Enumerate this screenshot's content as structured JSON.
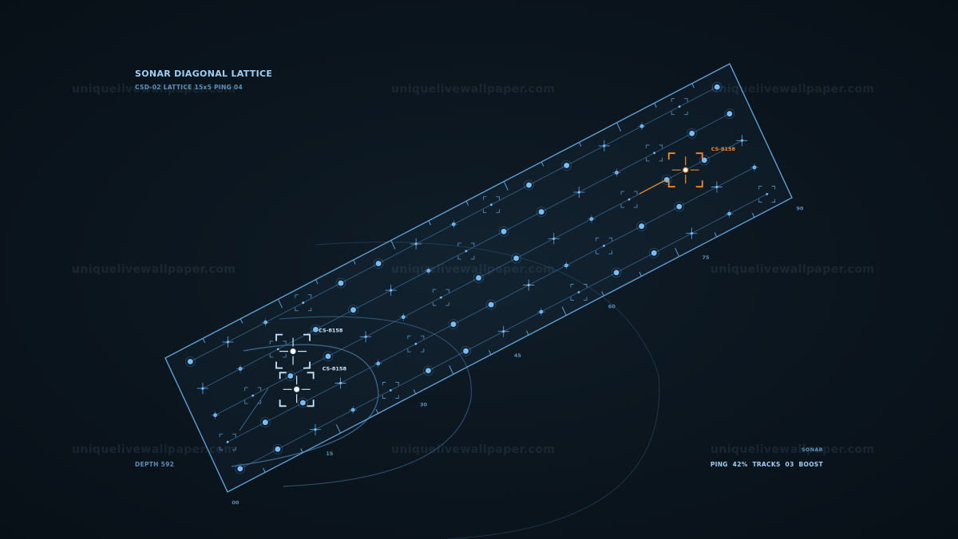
{
  "header": {
    "title": "SONAR DIAGONAL LATTICE",
    "subtitle": "CSD-02   LATTICE 15x5   PING 04"
  },
  "footer": {
    "depth": "DEPTH 592",
    "mode": "SONAR",
    "status": "PING 42%   TRACKS 03   BOOST"
  },
  "lattice": {
    "cols": 15,
    "rows": 5,
    "axis_ticks": [
      "00",
      "15",
      "30",
      "45",
      "60",
      "75",
      "90"
    ]
  },
  "targets": [
    {
      "label": "CS-8158",
      "col": 12.5,
      "row": 2.0,
      "state": "locked"
    },
    {
      "label": "CS-8158",
      "col": 2.3,
      "row": 2.7,
      "state": "tracked"
    },
    {
      "label": "CS-8158",
      "col": 2.0,
      "row": 1.5,
      "state": "tracked"
    }
  ],
  "watermark": "uniquelivewallpaper.com",
  "colors": {
    "frame": "#5e9fd3",
    "node": "#7cc3ff",
    "locked": "#f08a2c",
    "tracked": "#cbe6ff",
    "text_primary": "#9ccff6",
    "text_dim": "#5b8fb8"
  }
}
